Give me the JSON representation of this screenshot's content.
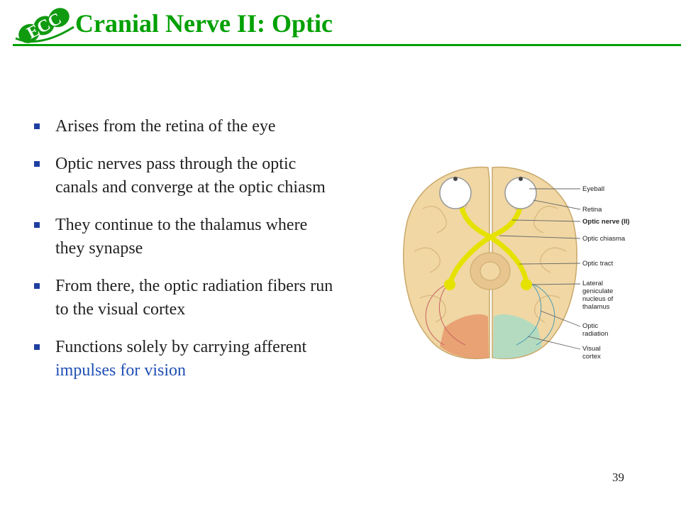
{
  "slide": {
    "title": "Cranial Nerve II: Optic",
    "logo_text": "ECC",
    "page_number": "39"
  },
  "bullets": [
    {
      "text": "Arises from the retina of the eye"
    },
    {
      "text": "Optic nerves pass through the optic canals and converge at the optic chiasm"
    },
    {
      "text": "They continue to the thalamus where they synapse"
    },
    {
      "text": "From there, the optic radiation fibers run to the visual cortex"
    },
    {
      "text": "Functions solely by carrying afferent ",
      "highlight": "impulses for vision"
    }
  ],
  "figure": {
    "labels": {
      "eyeball": "Eyeball",
      "retina": "Retina",
      "optic_nerve": "Optic nerve (II)",
      "optic_chiasma": "Optic chiasma",
      "optic_tract": "Optic tract",
      "lgn_1": "Lateral",
      "lgn_2": "geniculate",
      "lgn_3": "nucleus of",
      "lgn_4": "thalamus",
      "radiation_1": "Optic",
      "radiation_2": "radiation",
      "cortex_1": "Visual",
      "cortex_2": "cortex"
    }
  },
  "colors": {
    "title_green": "#00a000",
    "bullet_blue": "#1f3fa0",
    "highlight_blue": "#1f4fb4",
    "brain_tan": "#f0d7a4",
    "optic_yellow": "#e6e200"
  }
}
